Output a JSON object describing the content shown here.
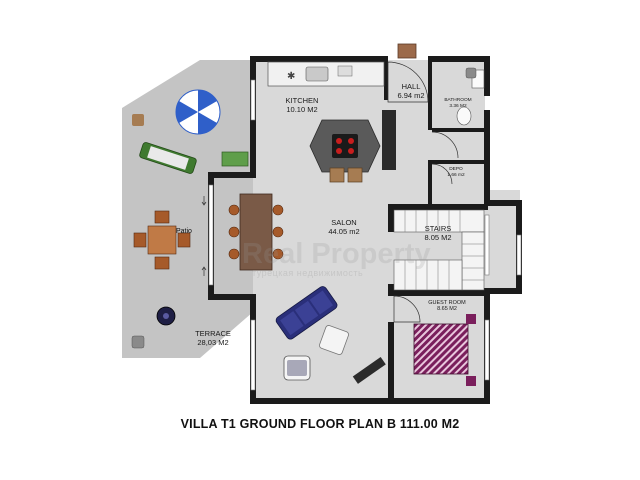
{
  "title": "VILLA T1 GROUND FLOOR PLAN B 111.00 M2",
  "rooms": {
    "kitchen": {
      "name": "KITCHEN",
      "area": "10.10 M2"
    },
    "hall": {
      "name": "HALL",
      "area": "6.94 m2"
    },
    "bathroom": {
      "name": "BATHROOM",
      "area": "3.36 M2"
    },
    "depo": {
      "name": "DEPO",
      "area": "1.66 m2"
    },
    "stairs": {
      "name": "STAIRS",
      "area": "8.05 M2"
    },
    "salon": {
      "name": "SALON",
      "area": "44.05 m2"
    },
    "guest_room": {
      "name": "GUEST ROOM",
      "area": "8.65 M2"
    },
    "terrace": {
      "name": "TERRACE",
      "area": "28,03 M2"
    }
  },
  "patio_label": "Patio",
  "watermark": {
    "brand": "Real Property",
    "tagline": "турецкая недвижимость"
  },
  "colors": {
    "wall": "#1b1b1b",
    "floor": "#d7d7d7",
    "terrace": "#c2c2c2",
    "bed": "#7a1f5c",
    "sofa": "#2a2f7a",
    "umbrella": "#2f5fc9"
  }
}
